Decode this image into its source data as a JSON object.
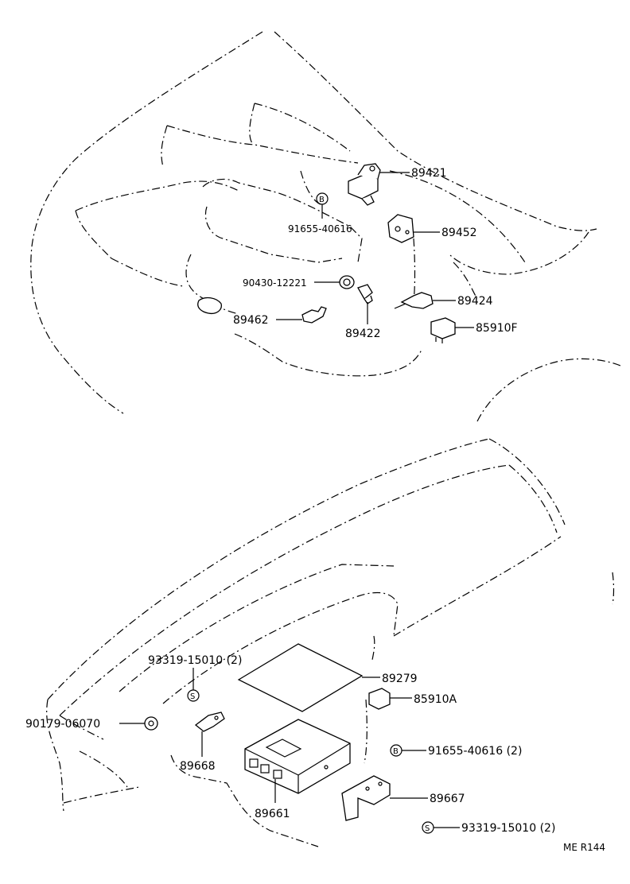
{
  "labels": {
    "p89421": "89421",
    "p91655_top": "91655-40616",
    "p89452": "89452",
    "p90430": "90430-12221",
    "p89424": "89424",
    "p89462": "89462",
    "p89422": "89422",
    "p85910F": "85910F",
    "p93319_left": "93319-15010 (2)",
    "p89279": "89279",
    "p85910A": "85910A",
    "p90179": "90179-06070",
    "p91655_bottom": "91655-40616 (2)",
    "p89668": "89668",
    "p89667": "89667",
    "p89661": "89661",
    "p93319_bottom": "93319-15010 (2)",
    "ref": "ME  R144"
  },
  "symbols": {
    "bolt": "B",
    "screw": "S"
  }
}
